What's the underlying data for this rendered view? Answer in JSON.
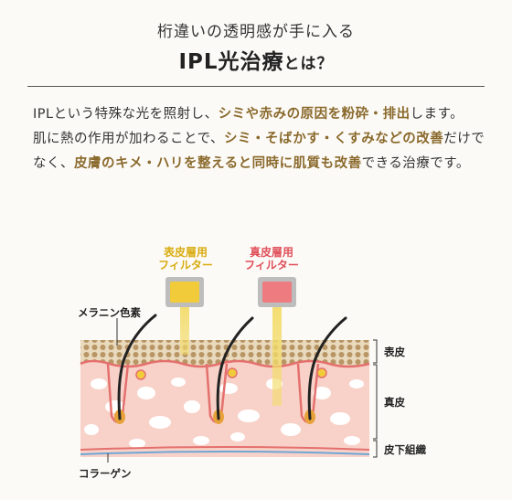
{
  "header": {
    "subtitle": "桁違いの透明感が手に入る",
    "title_main": "IPL光治療",
    "title_suffix": "とは？"
  },
  "description": {
    "p1_a": "IPLという特殊な光を照射し、",
    "p1_b": "シミや赤みの原因を粉砕・排出",
    "p1_c": "します。",
    "p2_a": "肌に熱の作用が加わることで、",
    "p2_b": "シミ・そばかす・くすみなどの改善",
    "p2_c": "だけでなく、",
    "p2_d": "皮膚のキメ・ハリを整えると同時に肌質も改善",
    "p2_e": "できる治療です。"
  },
  "diagram": {
    "filter_epidermis": "表皮層用\nフィルター",
    "filter_epidermis_line1": "表皮層用",
    "filter_epidermis_line2": "フィルター",
    "filter_dermis_line1": "真皮層用",
    "filter_dermis_line2": "フィルター",
    "melanin_label": "メラニン色素",
    "collagen_label": "コラーゲン",
    "layer_epidermis": "表皮",
    "layer_dermis": "真皮",
    "layer_subcutis": "皮下組織",
    "colors": {
      "yellow_filter": "#f1cb3a",
      "red_filter": "#ee7b80",
      "skin": "#f8d2c8",
      "melanin": "#c8a878"
    }
  }
}
